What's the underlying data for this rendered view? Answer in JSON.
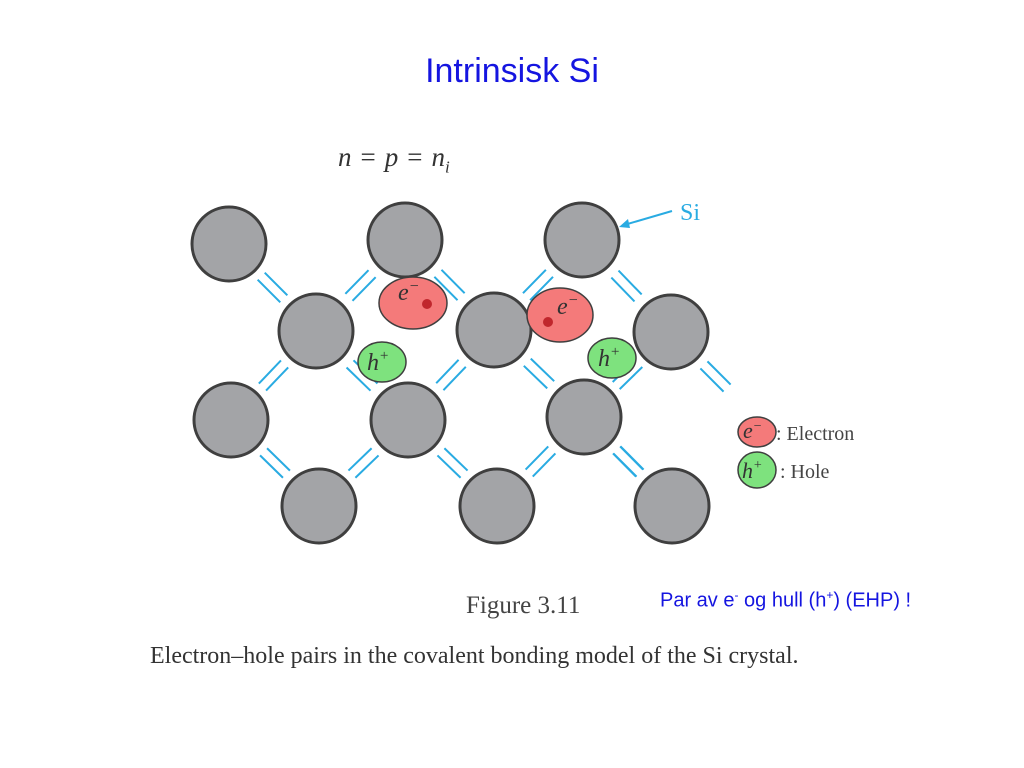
{
  "slide": {
    "title": "Intrinsisk Si"
  },
  "equation": {
    "n": "n",
    "p": "p",
    "ni_base": "n",
    "ni_sub": "i",
    "eq": "="
  },
  "diagram": {
    "si_label": "Si",
    "electron_symbol": "e",
    "electron_charge": "−",
    "hole_symbol": "h",
    "hole_charge": "+",
    "legend": {
      "electron_label": ": Electron",
      "hole_label": ":  Hole"
    },
    "colors": {
      "atom_fill": "#a3a4a7",
      "atom_stroke": "#3f3f3f",
      "bond": "#29abe2",
      "electron_fill": "#f47a7a",
      "electron_dot": "#c0272d",
      "hole_fill": "#7ee27e",
      "title_blue": "#1515e0"
    }
  },
  "note": {
    "prefix": "Par av e",
    "sup1": "-",
    "middle": " og hull (h",
    "sup2": "+",
    "suffix": ") (EHP) !"
  },
  "figure": {
    "number": "Figure 3.11",
    "caption": "Electron–hole pairs in the covalent bonding model of the Si crystal."
  }
}
